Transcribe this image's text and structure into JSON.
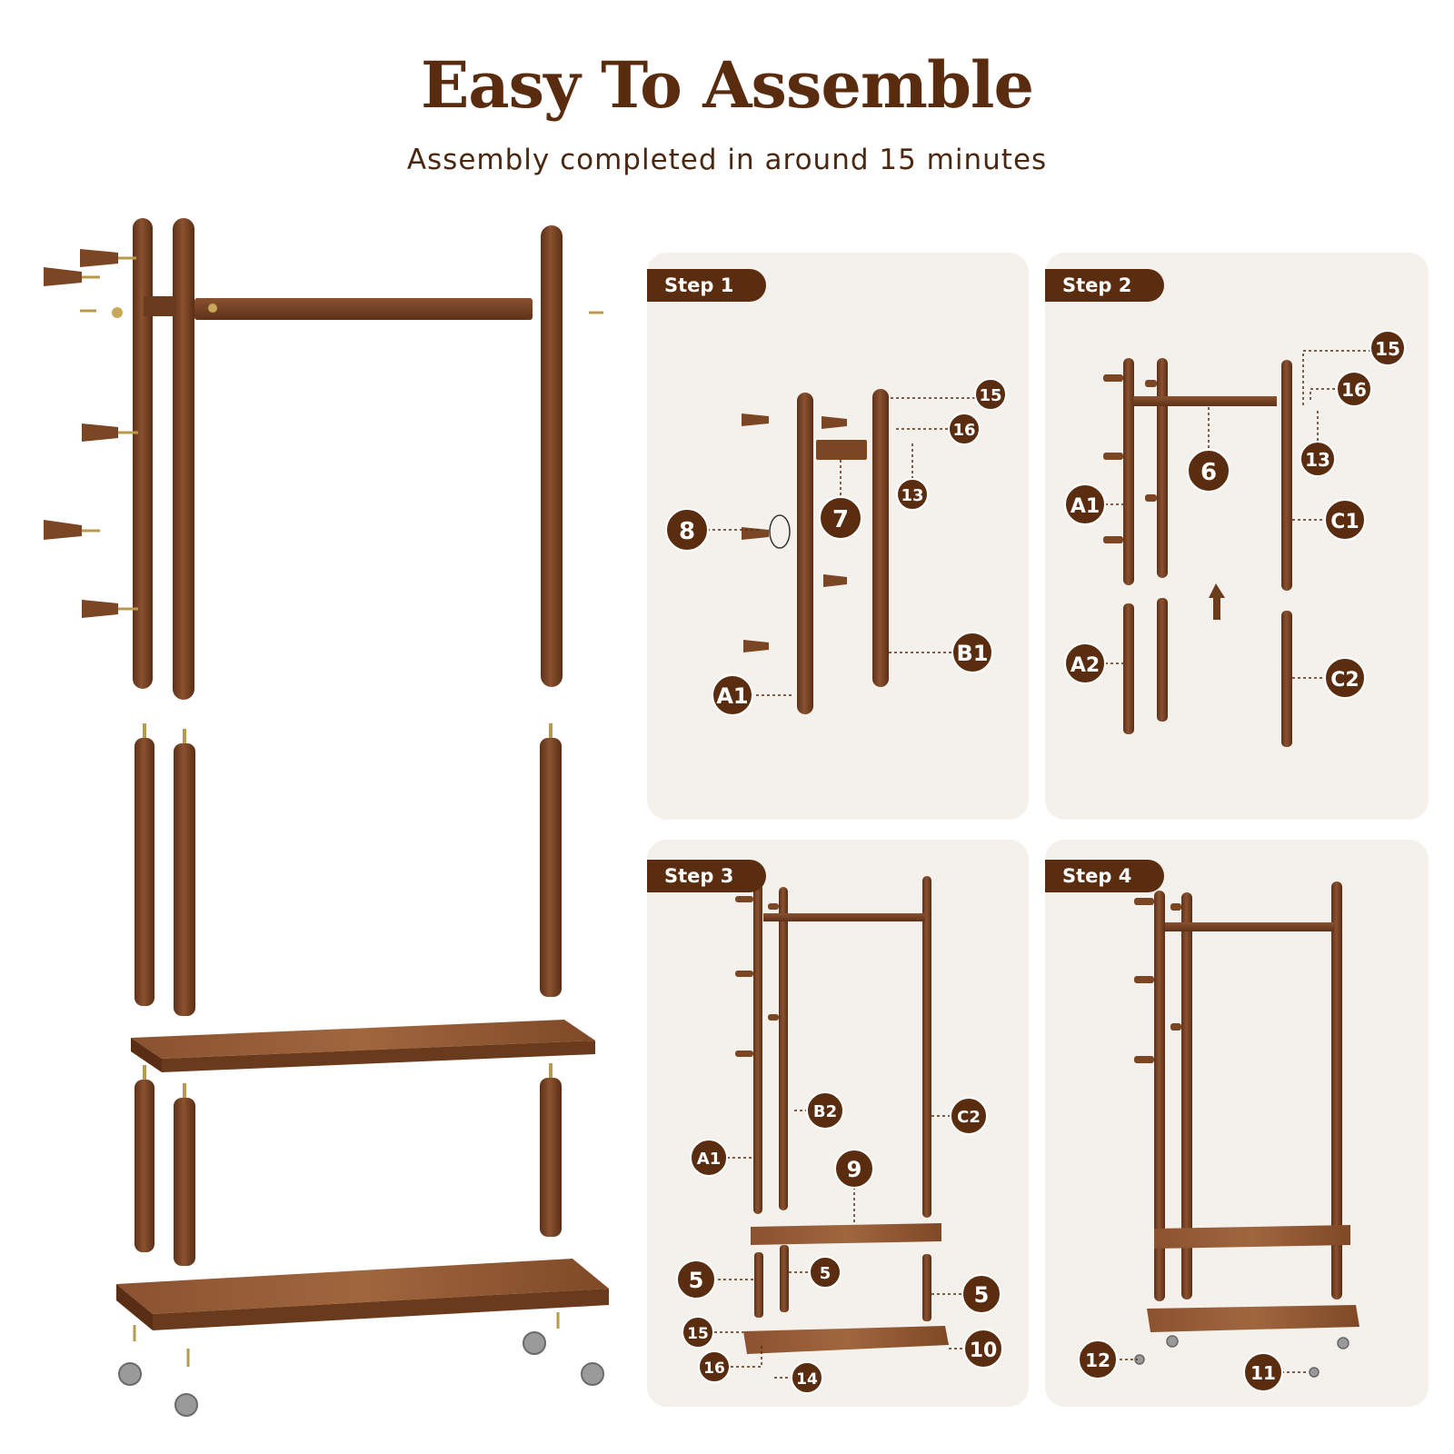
{
  "header": {
    "title": "Easy To Assemble",
    "subtitle": "Assembly completed in around 15 minutes"
  },
  "colors": {
    "wood": "#7b4624",
    "wood_dark": "#5a2e14",
    "badge": "#5b2d10",
    "panel": "#f4f1ec",
    "brass": "#b89a4e"
  },
  "steps": [
    {
      "label": "Step 1",
      "callouts": [
        "15",
        "16",
        "13",
        "8",
        "7",
        "A1",
        "B1"
      ]
    },
    {
      "label": "Step 2",
      "callouts": [
        "15",
        "16",
        "13",
        "6",
        "A1",
        "C1",
        "A2",
        "C2"
      ]
    },
    {
      "label": "Step 3",
      "callouts": [
        "B2",
        "C2",
        "A1",
        "9",
        "5",
        "5",
        "5",
        "15",
        "10",
        "16",
        "14"
      ]
    },
    {
      "label": "Step 4",
      "callouts": [
        "12",
        "11"
      ]
    }
  ]
}
